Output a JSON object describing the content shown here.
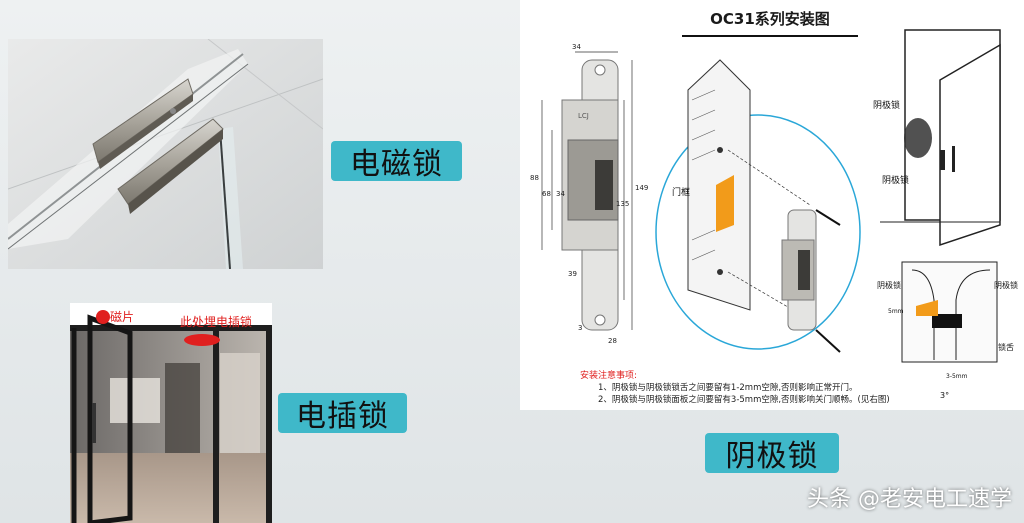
{
  "labels": {
    "maglock": "电磁锁",
    "bolt_lock": "电插锁",
    "strike_lock": "阴极锁"
  },
  "door_photo": {
    "magnet_text": "磁片",
    "embed_text": "此处埋电插锁"
  },
  "diagram": {
    "title": "OC31系列安装图",
    "dims": {
      "d34_top": "34",
      "d88": "88",
      "d68": "68",
      "d34_mid": "34",
      "d149": "149",
      "d135": "135",
      "d39": "39",
      "d28": "28",
      "d3": "3"
    },
    "frame_label": "门框",
    "strike_label_1": "阴极锁",
    "strike_label_2": "阴极锁",
    "plan_label_left": "阴极锁",
    "plan_label_right": "阴极锁",
    "tongue_label": "锁舌",
    "gap_label": "3-5mm",
    "gap_label_2": "5mm",
    "angle_label": "3°",
    "notes_title": "安装注意事项:",
    "note_1": "1、阴极锁与阴极锁锁舌之间要留有1-2mm空隙,否则影响正常开门。",
    "note_2": "2、阴极锁与阴极锁面板之间要留有3-5mm空隙,否则影响关门顺畅。(见右图)",
    "brand": "LCJ"
  },
  "watermark": "头条 @老安电工速学",
  "colors": {
    "label_bg": "#3fb8c9",
    "circle": "#2aa7d8",
    "red": "#e0201f",
    "orange": "#f29b1a"
  }
}
